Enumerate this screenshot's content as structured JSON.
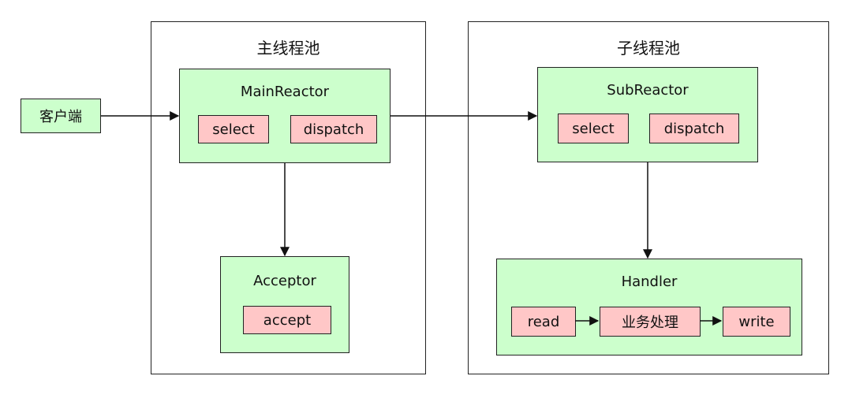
{
  "client": {
    "label": "客户端"
  },
  "main_pool": {
    "title": "主线程池",
    "main_reactor": {
      "title": "MainReactor",
      "select": "select",
      "dispatch": "dispatch"
    },
    "acceptor": {
      "title": "Acceptor",
      "accept": "accept"
    }
  },
  "sub_pool": {
    "title": "子线程池",
    "sub_reactor": {
      "title": "SubReactor",
      "select": "select",
      "dispatch": "dispatch"
    },
    "handler": {
      "title": "Handler",
      "read": "read",
      "business": "业务处理",
      "write": "write"
    }
  },
  "colors": {
    "green": "#ccffcc",
    "pink": "#ffc7c7",
    "border": "#222222"
  }
}
